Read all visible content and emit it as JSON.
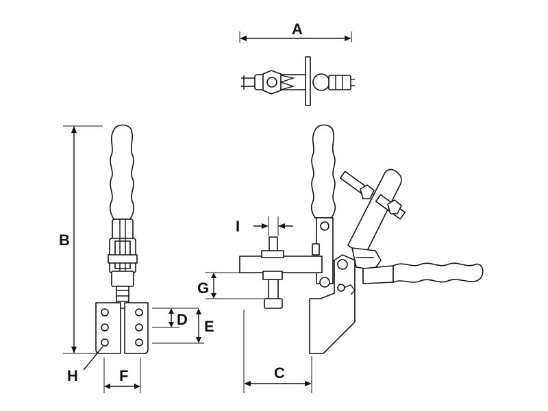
{
  "dimensions": {
    "A": "A",
    "B": "B",
    "C": "C",
    "D": "D",
    "E": "E",
    "F": "F",
    "G": "G",
    "H": "H",
    "I": "I"
  },
  "colors": {
    "ink": "#111111",
    "background": "#ffffff"
  }
}
